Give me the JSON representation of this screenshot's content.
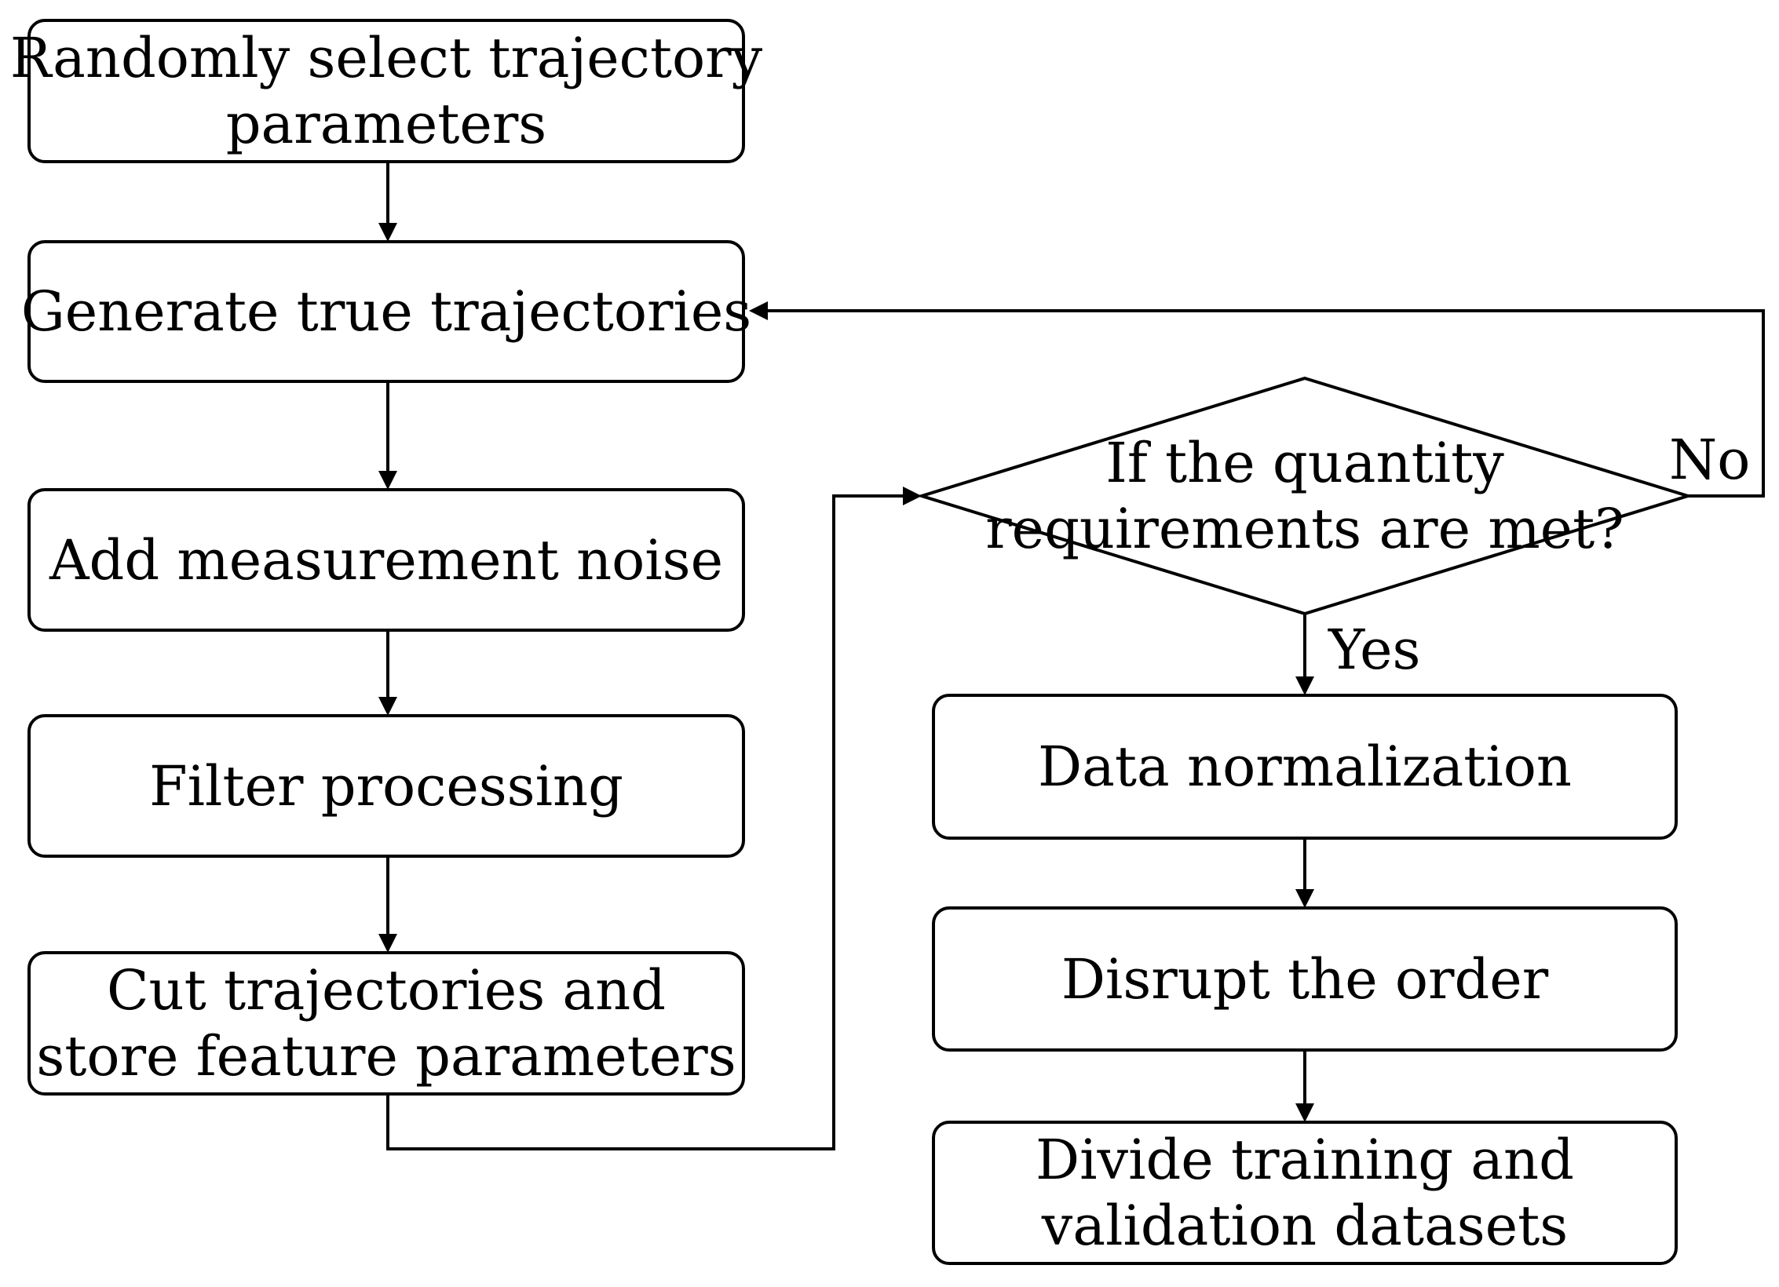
{
  "diagram": {
    "nodes": {
      "select_params": {
        "line1": "Randomly select trajectory",
        "line2": "parameters"
      },
      "generate": {
        "label": "Generate true trajectories"
      },
      "add_noise": {
        "label": "Add measurement noise"
      },
      "filter": {
        "label": "Filter processing"
      },
      "cut_store": {
        "line1": "Cut trajectories and",
        "line2": "store feature parameters"
      },
      "decision": {
        "line1": "If the quantity",
        "line2": "requirements are met?"
      },
      "normalize": {
        "label": "Data normalization"
      },
      "disrupt": {
        "label": "Disrupt the order"
      },
      "divide": {
        "line1": "Divide training and",
        "line2": "validation datasets"
      }
    },
    "edge_labels": {
      "no": "No",
      "yes": "Yes"
    }
  }
}
